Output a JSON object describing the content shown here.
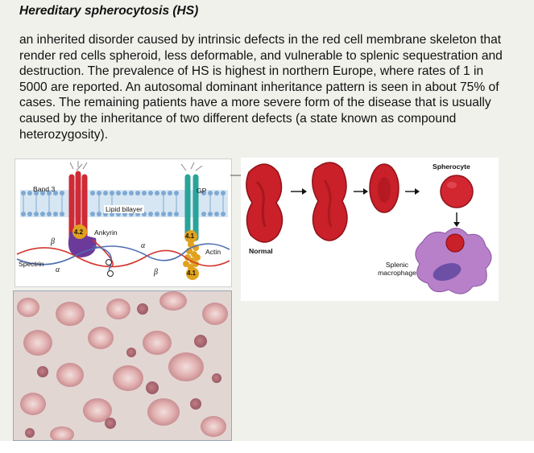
{
  "title": "Hereditary spherocytosis (HS)",
  "paragraph": "an inherited disorder caused by intrinsic defects in the red cell membrane skeleton that render red cells spheroid, less deformable, and vulnerable to splenic sequestration and destruction. The prevalence of HS is highest in northern Europe, where rates of 1 in 5000 are reported. An autosomal dominant inheritance pattern is seen in about 75% of cases. The remaining patients have a more severe form of the disease that is usually caused by the inheritance of two different defects (a state known as compound heterozygosity).",
  "membrane_diagram": {
    "band3": "Band 3",
    "gp": "GP",
    "lipid_bilayer": "Lipid bilayer",
    "ankyrin": "Ankyrin",
    "protein_42": "4.2",
    "protein_41_top": "4.1",
    "protein_41_bottom": "4.1",
    "actin": "Actin",
    "spectrin": "Spectrin",
    "beta_left": "β",
    "alpha_left": "α",
    "alpha_mid": "α",
    "beta_mid": "β"
  },
  "cell_sequence": {
    "normal": "Normal",
    "spherocyte": "Spherocyte",
    "macrophage_line1": "Splenic",
    "macrophage_line2": "macrophage"
  },
  "colors": {
    "cell_red": "#c9202a",
    "cell_dark": "#8e1218",
    "band3": "#cf2a35",
    "gp": "#2aa39a",
    "ankyrin": "#6c3a9a",
    "protein_41": "#e0a21e",
    "membrane_blue": "#8eb7d9",
    "macrophage": "#b780c9",
    "nucleus": "#6d4fa6",
    "smear_bg": "#e2d6d3"
  }
}
